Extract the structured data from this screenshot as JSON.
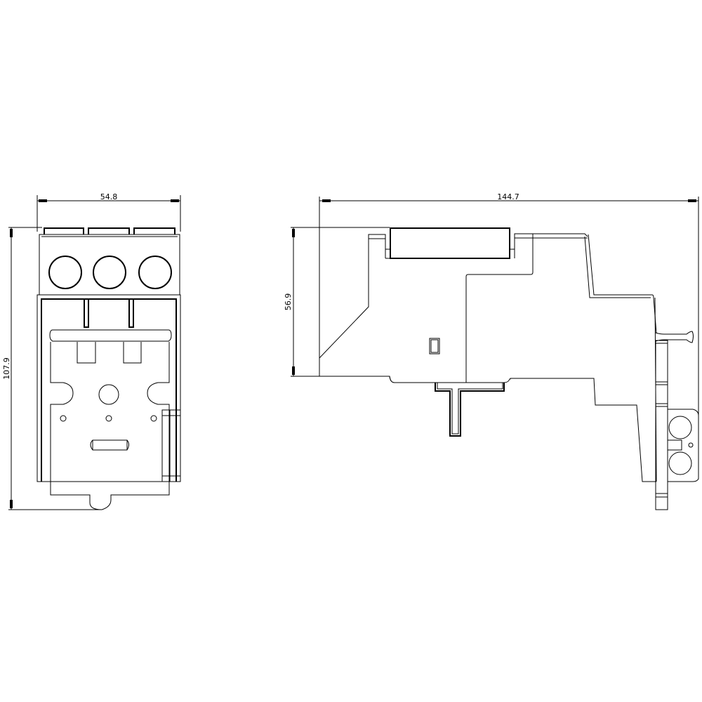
{
  "drawing": {
    "type": "technical-dimension-drawing",
    "views": [
      {
        "name": "front-view",
        "dimensions": {
          "width": "54.8",
          "height": "107.9"
        }
      },
      {
        "name": "side-view",
        "dimensions": {
          "width": "144.7",
          "height": "56.9"
        }
      }
    ],
    "colors": {
      "line": "#000000",
      "background": "#ffffff"
    }
  }
}
